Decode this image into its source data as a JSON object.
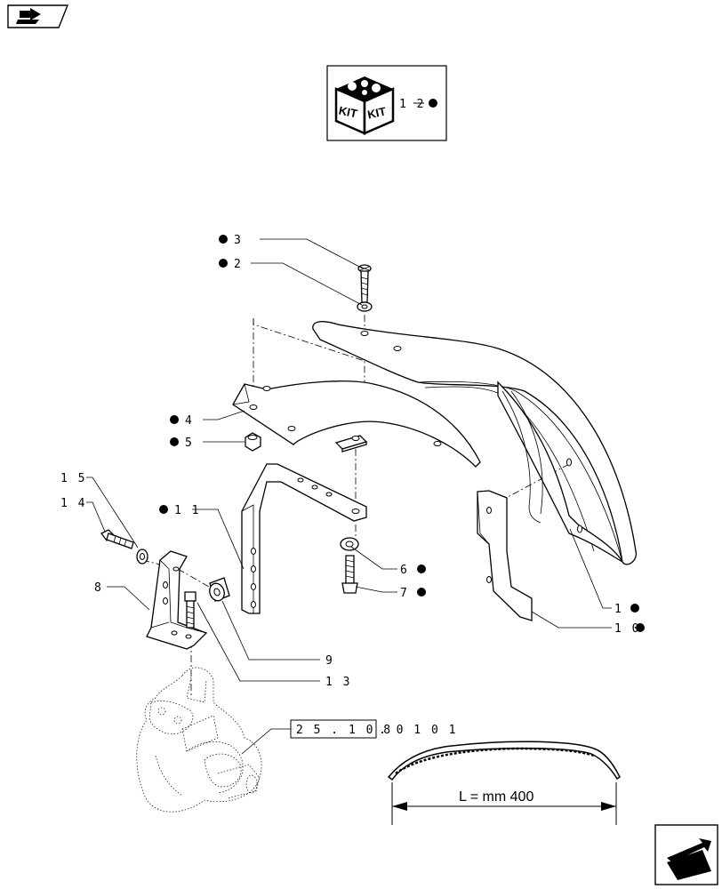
{
  "kit_box": {
    "label_left": "KIT",
    "label_right": "KIT",
    "ref": "1 2"
  },
  "callouts": [
    {
      "id": "3",
      "text": "3",
      "kit": true
    },
    {
      "id": "2",
      "text": "2",
      "kit": true
    },
    {
      "id": "4",
      "text": "4",
      "kit": true
    },
    {
      "id": "5",
      "text": "5",
      "kit": true
    },
    {
      "id": "15",
      "text": "1 5",
      "kit": false
    },
    {
      "id": "14",
      "text": "1 4",
      "kit": false
    },
    {
      "id": "11",
      "text": "1 1",
      "kit": true
    },
    {
      "id": "8",
      "text": "8",
      "kit": false
    },
    {
      "id": "6",
      "text": "6",
      "kit": true
    },
    {
      "id": "7",
      "text": "7",
      "kit": true
    },
    {
      "id": "1",
      "text": "1",
      "kit": true
    },
    {
      "id": "10",
      "text": "1 0",
      "kit": true
    },
    {
      "id": "9",
      "text": "9",
      "kit": false
    },
    {
      "id": "13",
      "text": "1 3",
      "kit": false
    }
  ],
  "reference": {
    "boxed": "2 5 . 1 0 8",
    "rest": ". 0 1   0 1"
  },
  "dimension": {
    "text": "L = mm 400"
  },
  "nav": {
    "prev_icon": "book-arrow-icon",
    "next_icon": "next-page-arrow-icon"
  }
}
